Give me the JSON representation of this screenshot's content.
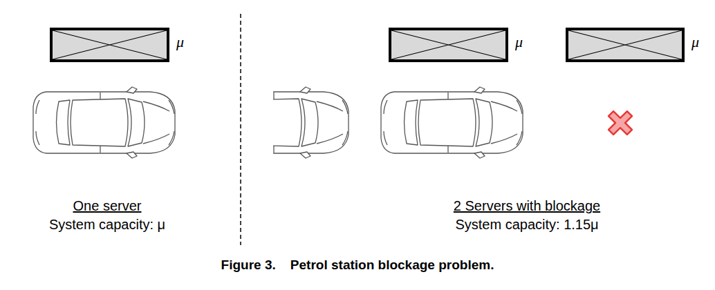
{
  "diagram": {
    "caption": "Figure 3.    Petrol station blockage problem.",
    "nodes": [
      {
        "text": [
          "μ"
        ]
      },
      {
        "text": [
          "μ"
        ]
      },
      {
        "text": [
          "μ"
        ]
      }
    ],
    "labels": [
      "One server",
      "System capacity: μ",
      "2 Servers with blockage",
      "System capacity: 1.15μ"
    ]
  }
}
